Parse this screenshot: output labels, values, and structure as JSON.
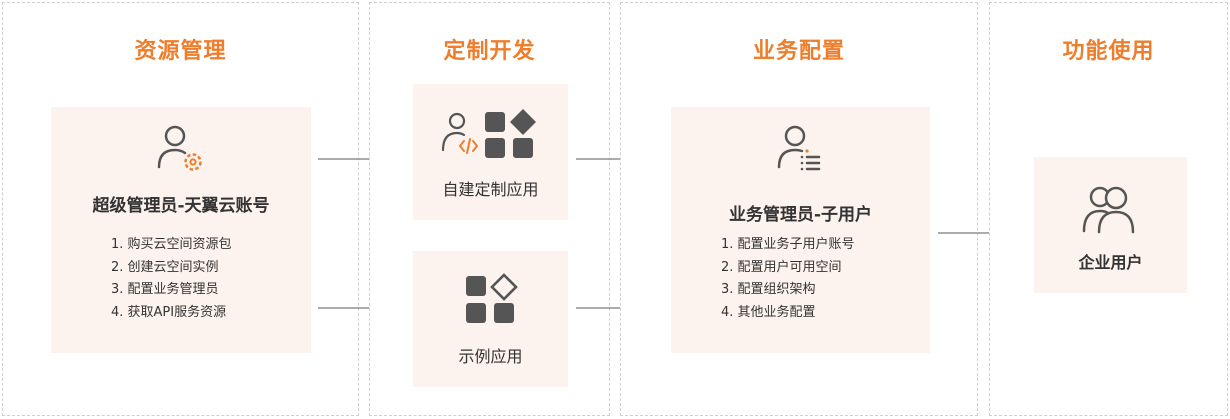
{
  "colors": {
    "accent": "#ee7d2c",
    "card_bg": "#fdf3ee",
    "icon_dark": "#555555",
    "arrow": "#7a7a7a"
  },
  "columns": [
    {
      "title": "资源管理"
    },
    {
      "title": "定制开发"
    },
    {
      "title": "业务配置"
    },
    {
      "title": "功能使用"
    }
  ],
  "resource_card": {
    "icon": "user-gear-icon",
    "title": "超级管理员-天翼云账号",
    "steps": [
      "1. 购买云空间资源包",
      "2. 创建云空间实例",
      "3. 配置业务管理员",
      "4. 获取API服务资源"
    ]
  },
  "custom_cards": [
    {
      "icon": "developer-apps-icon",
      "label": "自建定制应用"
    },
    {
      "icon": "sample-apps-icon",
      "label": "示例应用"
    }
  ],
  "business_card": {
    "icon": "user-list-icon",
    "title": "业务管理员-子用户",
    "steps": [
      "1. 配置业务子用户账号",
      "2. 配置用户可用空间",
      "3. 配置组织架构",
      "4. 其他业务配置"
    ]
  },
  "usage_card": {
    "icon": "users-group-icon",
    "title": "企业用户"
  }
}
